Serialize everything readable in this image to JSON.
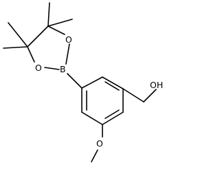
{
  "molecule": {
    "atom_labels": {
      "boron": "B",
      "ring_oxygen_top": "O",
      "ring_oxygen_left": "O",
      "hydroxyl": "OH",
      "methoxy_oxygen": "O"
    }
  }
}
